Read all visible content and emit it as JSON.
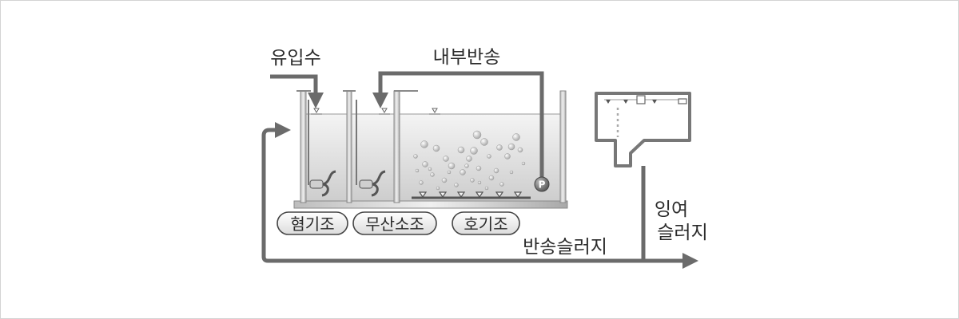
{
  "labels": {
    "influent": "유입수",
    "internal_return": "내부반송",
    "anaerobic_tank": "혐기조",
    "anoxic_tank": "무산소조",
    "aerobic_tank": "호기조",
    "return_sludge": "반송슬러지",
    "excess_sludge_line1": "잉여",
    "excess_sludge_line2": "슬러지",
    "pump_symbol": "P"
  },
  "colors": {
    "arrow": "#6b6b6b",
    "wall": "#8a8a8a",
    "water_top": "#f2f2f2",
    "water_bottom": "#cfcfcf",
    "pill_fill": "#efefef",
    "text": "#2b2b2b"
  }
}
